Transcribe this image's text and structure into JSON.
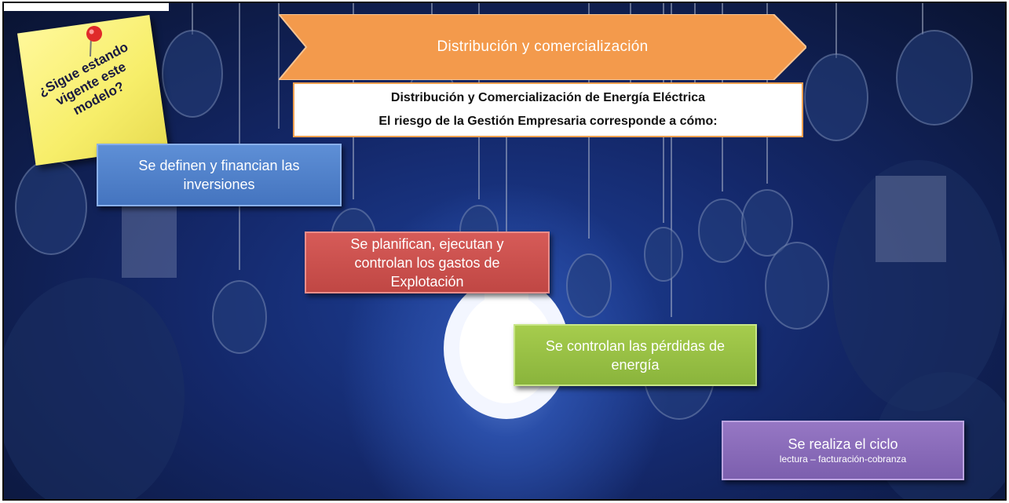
{
  "header": {
    "arrow_label": "Distribución y comercialización",
    "arrow_color": "#f39a4c"
  },
  "title_box": {
    "line1": "Distribución y Comercialización de Energía Eléctrica",
    "line2": "El riesgo de la Gestión Empresaria corresponde a cómo:"
  },
  "sticky_note": {
    "text_line1": "¿Sigue estando",
    "text_line2": "vigente este",
    "text_line3": "modelo?",
    "pin_icon": "pushpin-icon",
    "pin_color": "#e02a2a"
  },
  "steps": [
    {
      "lines": [
        "Se definen y financian las",
        "inversiones"
      ],
      "color": "#4f81c9"
    },
    {
      "lines": [
        "Se planifican, ejecutan y",
        "controlan los gastos de",
        "Explotación"
      ],
      "color": "#cc524f"
    },
    {
      "lines": [
        "Se controlan las pérdidas de",
        "energía"
      ],
      "color": "#9bc046"
    },
    {
      "main": "Se realiza el ciclo",
      "sub": "lectura – facturación-cobranza",
      "color": "#8466b8"
    }
  ],
  "background": {
    "description_icon": "light-bulbs-icon",
    "accent": "#1d3f97"
  }
}
